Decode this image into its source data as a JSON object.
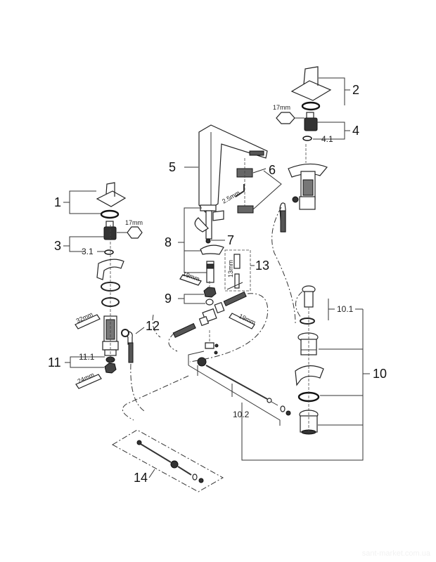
{
  "title": "Exploded parts diagram — single-lever bathroom basin mixer",
  "callouts": {
    "c1": "1",
    "c2": "2",
    "c3": "3",
    "c3_1": "3.1",
    "c4": "4",
    "c4_1": "4.1",
    "c5": "5",
    "c6": "6",
    "c7": "7",
    "c8": "8",
    "c9": "9",
    "c10": "10",
    "c10_1": "10.1",
    "c10_2": "10.2",
    "c11": "11",
    "c11_1": "11.1",
    "c12": "12",
    "c13": "13",
    "c14": "14"
  },
  "tool_sizes": {
    "hex_left": "17mm",
    "hex_right": "17mm",
    "allen": "2.5mm",
    "wrench_32": "32mm",
    "wrench_24": "24mm",
    "wrench_19a": "19mm",
    "wrench_19b": "19mm",
    "tool_13": "13mm"
  },
  "watermark": "sant-market.com.ua"
}
